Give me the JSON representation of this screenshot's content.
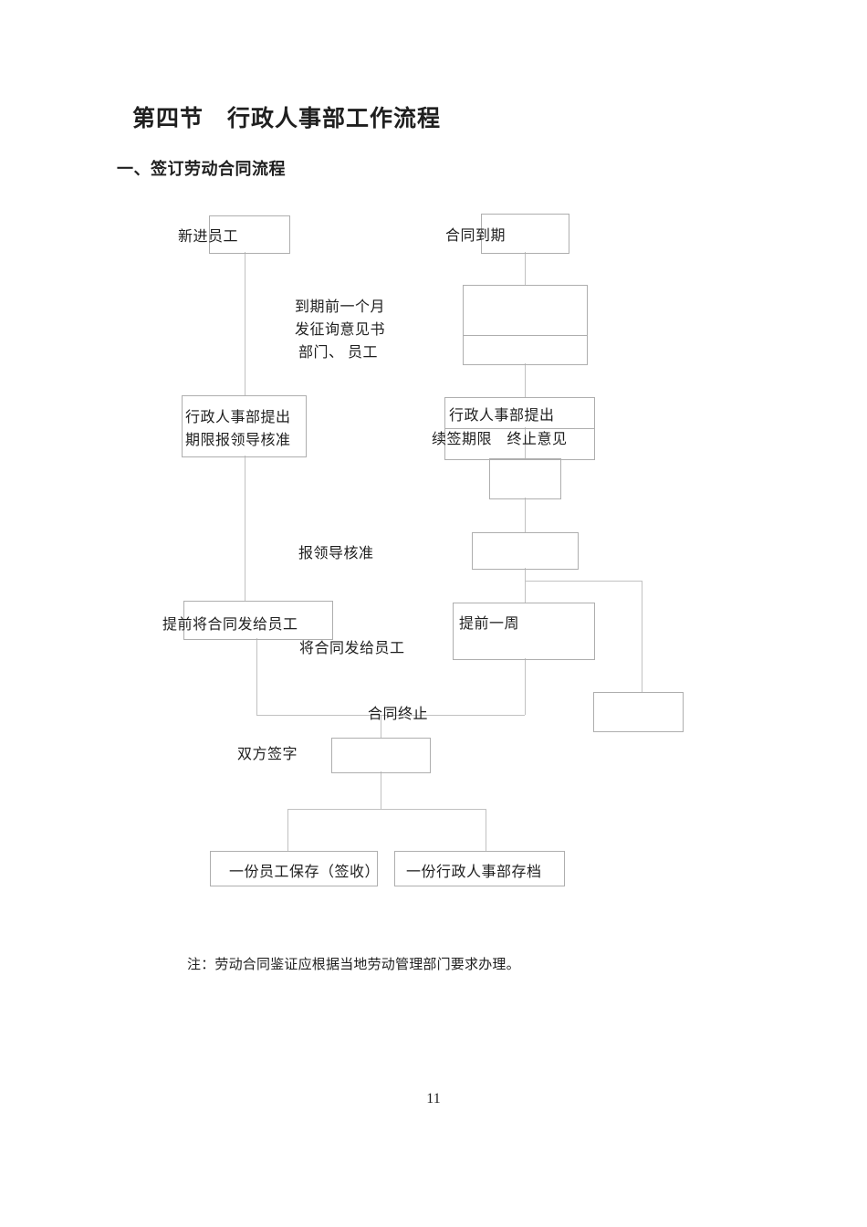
{
  "document": {
    "title": "第四节　行政人事部工作流程",
    "section_heading": "一、签订劳动合同流程",
    "note": "注：劳动合同鉴证应根据当地劳动管理部门要求办理。",
    "page_number": "11"
  },
  "flowchart": {
    "labels": [
      {
        "id": "new-employee",
        "text": "新进员工"
      },
      {
        "id": "contract-expiry",
        "text": "合同到期"
      },
      {
        "id": "notice-line-1",
        "text": "到期前一个月"
      },
      {
        "id": "notice-line-2",
        "text": "发征询意见书"
      },
      {
        "id": "notice-line-3",
        "text": "部门、 员工"
      },
      {
        "id": "hr-propose-left-line-1",
        "text": "行政人事部提出"
      },
      {
        "id": "hr-propose-left-line-2",
        "text": "期限报领导核准"
      },
      {
        "id": "hr-propose-right-line-1",
        "text": "行政人事部提出"
      },
      {
        "id": "hr-propose-right-line-2",
        "text": "续签期限　终止意见"
      },
      {
        "id": "report-leader-approval",
        "text": "报领导核准"
      },
      {
        "id": "deliver-contract-in-advance",
        "text": "提前将合同发给员工"
      },
      {
        "id": "deliver-contract-to-employee",
        "text": "将合同发给员工"
      },
      {
        "id": "one-week-in-advance",
        "text": "提前一周"
      },
      {
        "id": "contract-termination",
        "text": "合同终止"
      },
      {
        "id": "both-parties-sign",
        "text": "双方签字"
      },
      {
        "id": "copy-kept-by-employee",
        "text": "一份员工保存（签收）"
      },
      {
        "id": "copy-archived-by-hr",
        "text": "一份行政人事部存档"
      }
    ]
  },
  "colors": {
    "text": "#1f1f1f",
    "box-border": "#aeaeae",
    "connector": "#c1c1c1",
    "page-bg": "#ffffff"
  }
}
